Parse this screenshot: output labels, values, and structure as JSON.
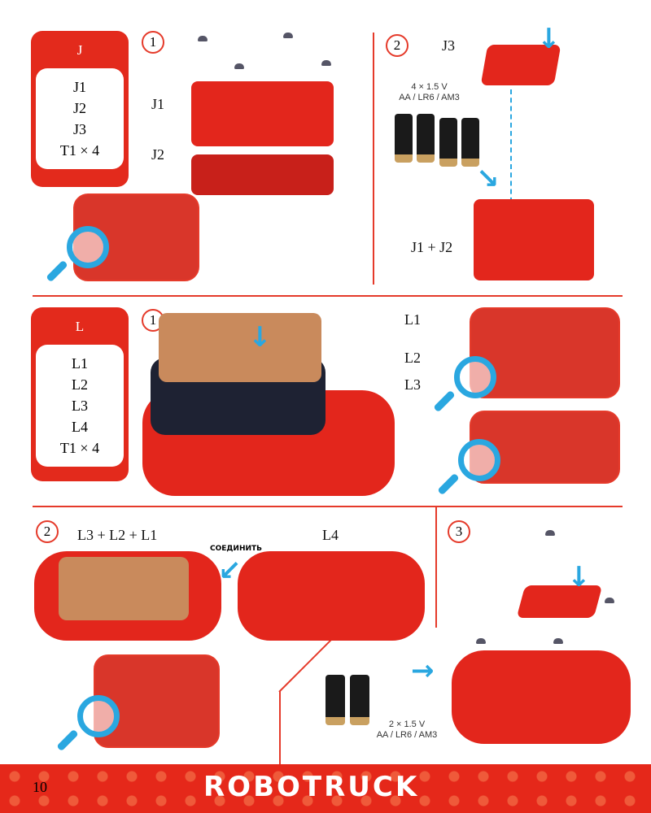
{
  "section_j": {
    "header": "J",
    "parts": [
      "J1",
      "J2",
      "J3",
      "T1 × 4"
    ],
    "step1": {
      "number": "1",
      "labels": {
        "j1": "J1",
        "j2": "J2"
      }
    },
    "step2": {
      "number": "2",
      "labels": {
        "j3": "J3",
        "j1j2": "J1 + J2"
      },
      "battery_spec": [
        "4 × 1.5 V",
        "AA / LR6 / AM3"
      ]
    }
  },
  "section_l": {
    "header": "L",
    "parts": [
      "L1",
      "L2",
      "L3",
      "L4",
      "T1 × 4"
    ],
    "step1": {
      "number": "1",
      "labels": {
        "l1": "L1",
        "l2": "L2",
        "l3": "L3"
      }
    },
    "step2": {
      "number": "2",
      "labels": {
        "assembly": "L3 + L2 + L1",
        "l4": "L4",
        "connect": "СОЕДИНИТЬ"
      }
    },
    "step3": {
      "number": "3",
      "battery_spec": [
        "2 × 1.5 V",
        "AA / LR6 / AM3"
      ]
    }
  },
  "footer": {
    "page_number": "10",
    "brand": "ROBOTRUCK"
  },
  "colors": {
    "accent": "#e53a2a",
    "arrow": "#2aa7e0"
  }
}
